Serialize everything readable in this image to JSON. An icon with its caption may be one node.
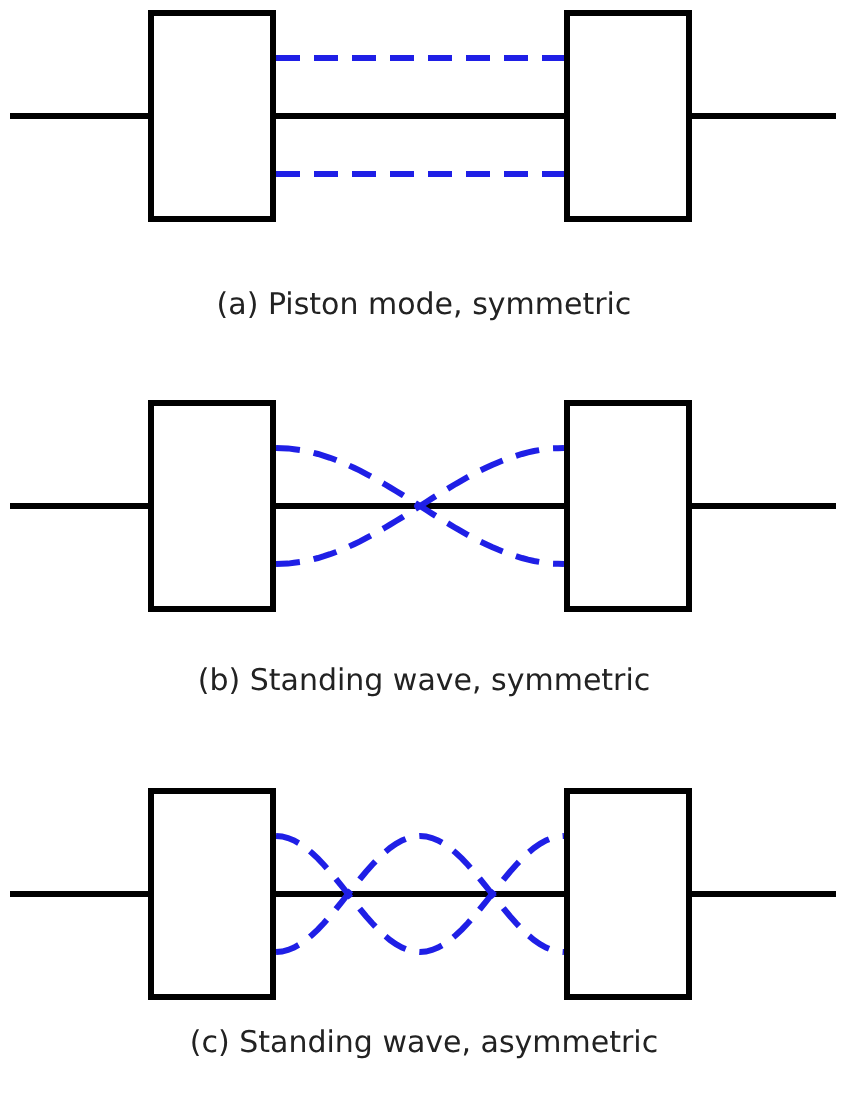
{
  "diagram": {
    "nodes": [
      {
        "text": [],
        "shape": "box"
      },
      {
        "text": [],
        "shape": "box"
      },
      {
        "text": [],
        "shape": "box"
      },
      {
        "text": [],
        "shape": "box"
      },
      {
        "text": [],
        "shape": "box"
      },
      {
        "text": [],
        "shape": "box"
      }
    ],
    "edges": [
      {
        "from": null,
        "to": 0,
        "arrow": "none"
      },
      {
        "from": 0,
        "to": 1,
        "arrow": "none"
      },
      {
        "from": 1,
        "to": null,
        "arrow": "none"
      },
      {
        "from": 0,
        "to": 1,
        "arrow": "none",
        "style": "dashed",
        "color": "#1f1fe6"
      },
      {
        "from": 0,
        "to": 1,
        "arrow": "none",
        "style": "dashed",
        "color": "#1f1fe6"
      },
      {
        "from": null,
        "to": 2,
        "arrow": "none"
      },
      {
        "from": 2,
        "to": 3,
        "arrow": "none"
      },
      {
        "from": 3,
        "to": null,
        "arrow": "none"
      },
      {
        "from": 2,
        "to": 3,
        "arrow": "none",
        "style": "dashed",
        "color": "#1f1fe6"
      },
      {
        "from": 2,
        "to": 3,
        "arrow": "none",
        "style": "dashed",
        "color": "#1f1fe6"
      },
      {
        "from": null,
        "to": 4,
        "arrow": "none"
      },
      {
        "from": 4,
        "to": 5,
        "arrow": "none"
      },
      {
        "from": 5,
        "to": null,
        "arrow": "none"
      },
      {
        "from": 4,
        "to": 5,
        "arrow": "none",
        "style": "dashed",
        "color": "#1f1fe6"
      },
      {
        "from": 4,
        "to": 5,
        "arrow": "none",
        "style": "dashed",
        "color": "#1f1fe6"
      }
    ],
    "labels": [
      "(a) Piston mode, symmetric",
      "(b) Standing wave, symmetric",
      "(c) Standing wave, asymmetric"
    ]
  }
}
